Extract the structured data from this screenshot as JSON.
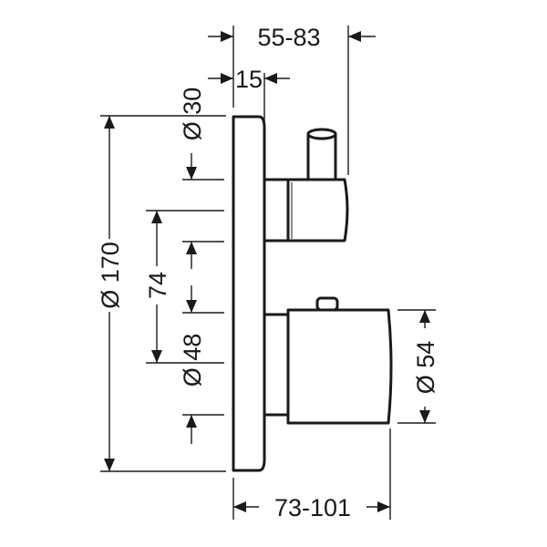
{
  "dimensions": {
    "top_projection": "55-83",
    "collar_depth": "15",
    "upper_handle_diameter": "Ø 30",
    "plate_diameter": "Ø 170",
    "center_distance": "74",
    "lower_handle_diameter": "Ø 48",
    "knob_diameter": "Ø 54",
    "bottom_projection": "73-101"
  }
}
